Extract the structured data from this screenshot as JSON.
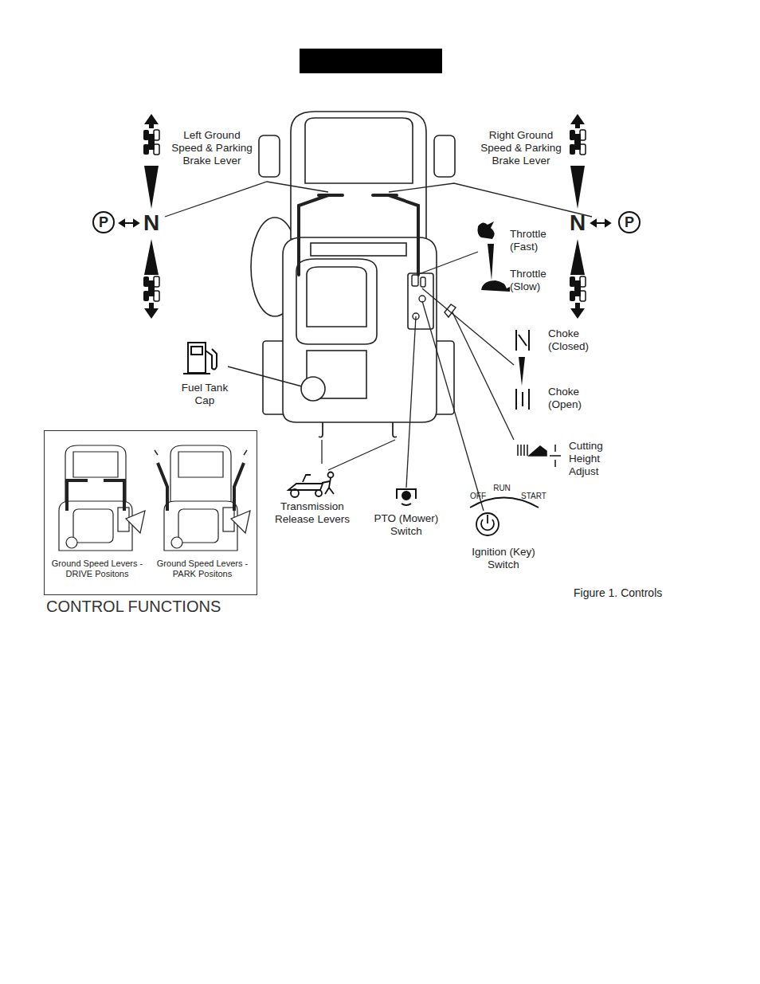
{
  "diagram": {
    "title": "CONTROL FUNCTIONS",
    "caption": "Figure 1. Controls",
    "nodes": [
      {
        "text": [
          "Ground Speed Levers - DRIVE Positons",
          "Ground Speed Levers - PARK Positons"
        ]
      }
    ],
    "labels": [
      "Left Ground Speed & Parking Brake Lever",
      "Right Ground Speed & Parking Brake Lever",
      "P",
      "N",
      "N",
      "P",
      "Throttle (Fast)",
      "Throttle (Slow)",
      "Choke (Closed)",
      "Choke (Open)",
      "Cutting Height Adjust",
      "Fuel Tank Cap",
      "Transmission Release Levers",
      "PTO (Mower) Switch",
      "OFF",
      "RUN",
      "START",
      "Ignition (Key) Switch"
    ]
  }
}
